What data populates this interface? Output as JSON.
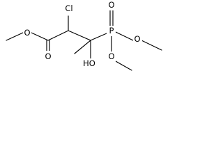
{
  "molecule": {
    "atoms": {
      "methoxy_carbon": "",
      "ester_o": "O",
      "carbonyl_c": "",
      "carbonyl_o": "O",
      "c_alpha": "",
      "cl": "Cl",
      "c_beta": "",
      "methyl": "",
      "hydroxyl": "HO",
      "phosphorus": "P",
      "p_oxo": "O",
      "p_o1": "O",
      "p_me1": "",
      "p_o2": "O",
      "p_me2": ""
    }
  }
}
